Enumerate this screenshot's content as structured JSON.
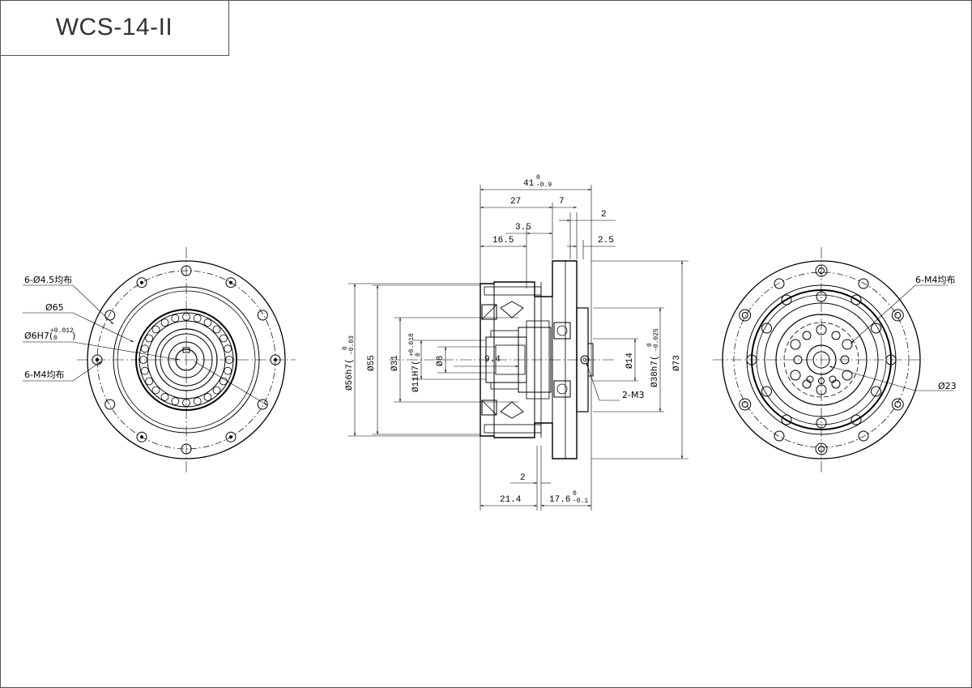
{
  "title": "WCS-14-II",
  "left_view": {
    "label_holes": "6-Ø4.5均布",
    "label_pcd": "Ø65",
    "label_bore": "Ø6H7(",
    "label_bore_tol_up": "+0.012",
    "label_bore_tol_low": "0",
    "label_bore_close": ")",
    "label_threads": "6-M4均布"
  },
  "section_view": {
    "dim_total": "41",
    "dim_total_up": "0",
    "dim_total_low": "-0.9",
    "dim_27": "27",
    "dim_7": "7",
    "dim_2_top": "2",
    "dim_3_5": "3.5",
    "dim_16_5": "16.5",
    "dim_2_5": "2.5",
    "dim_56": "Ø56h7(",
    "dim_56_tol": "-0.03",
    "dim_56_up": "0",
    "dim_55": "Ø55",
    "dim_31": "Ø31",
    "dim_11": "Ø11H7(",
    "dim_11_up": "+0.018",
    "dim_11_low": "0",
    "dim_8": "Ø8",
    "dim_9_4": "9.4",
    "dim_14": "Ø14",
    "dim_38": "Ø38h7(",
    "dim_38_tol": "-0.025",
    "dim_38_up": "0",
    "dim_73": "Ø73",
    "label_m3": "2-M3",
    "dim_2_bottom": "2",
    "dim_21_4": "21.4",
    "dim_17_6": "17.6",
    "dim_17_6_up": "0",
    "dim_17_6_low": "-0.1"
  },
  "right_view": {
    "label_threads": "6-M4均布",
    "label_dia": "Ø23"
  }
}
